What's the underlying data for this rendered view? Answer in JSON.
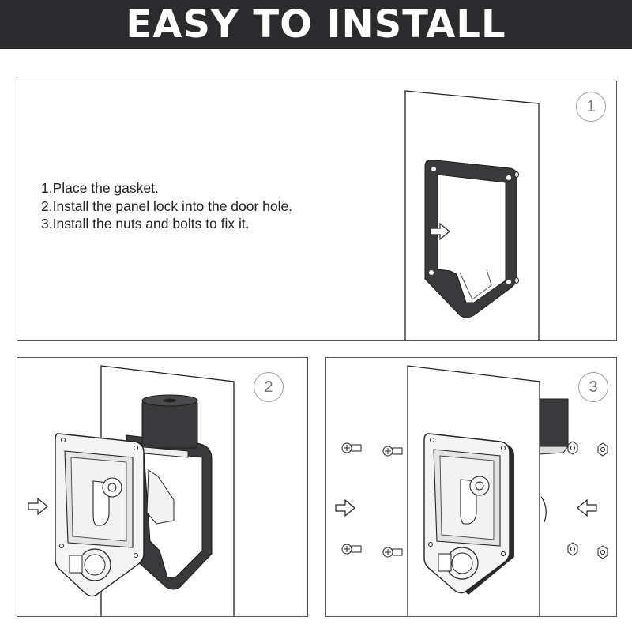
{
  "header": {
    "title": "EASY TO INSTALL"
  },
  "panels": [
    {
      "step_number": "1",
      "instructions": [
        "1.Place the gasket.",
        "2.Install the panel lock into the door hole.",
        "3.Install the nuts and bolts to fix it."
      ]
    },
    {
      "step_number": "2"
    },
    {
      "step_number": "3"
    }
  ],
  "colors": {
    "banner_background": "#2b2b2d",
    "banner_text": "#ffffff",
    "line_art": "#222222",
    "gasket": "#3a3a3c",
    "panel_border": "#555555"
  },
  "icons": [
    "arrow-right-icon",
    "arrow-left-icon",
    "bolt-icon",
    "nut-icon",
    "gasket-icon",
    "panel-lock-icon",
    "door-panel-icon"
  ]
}
